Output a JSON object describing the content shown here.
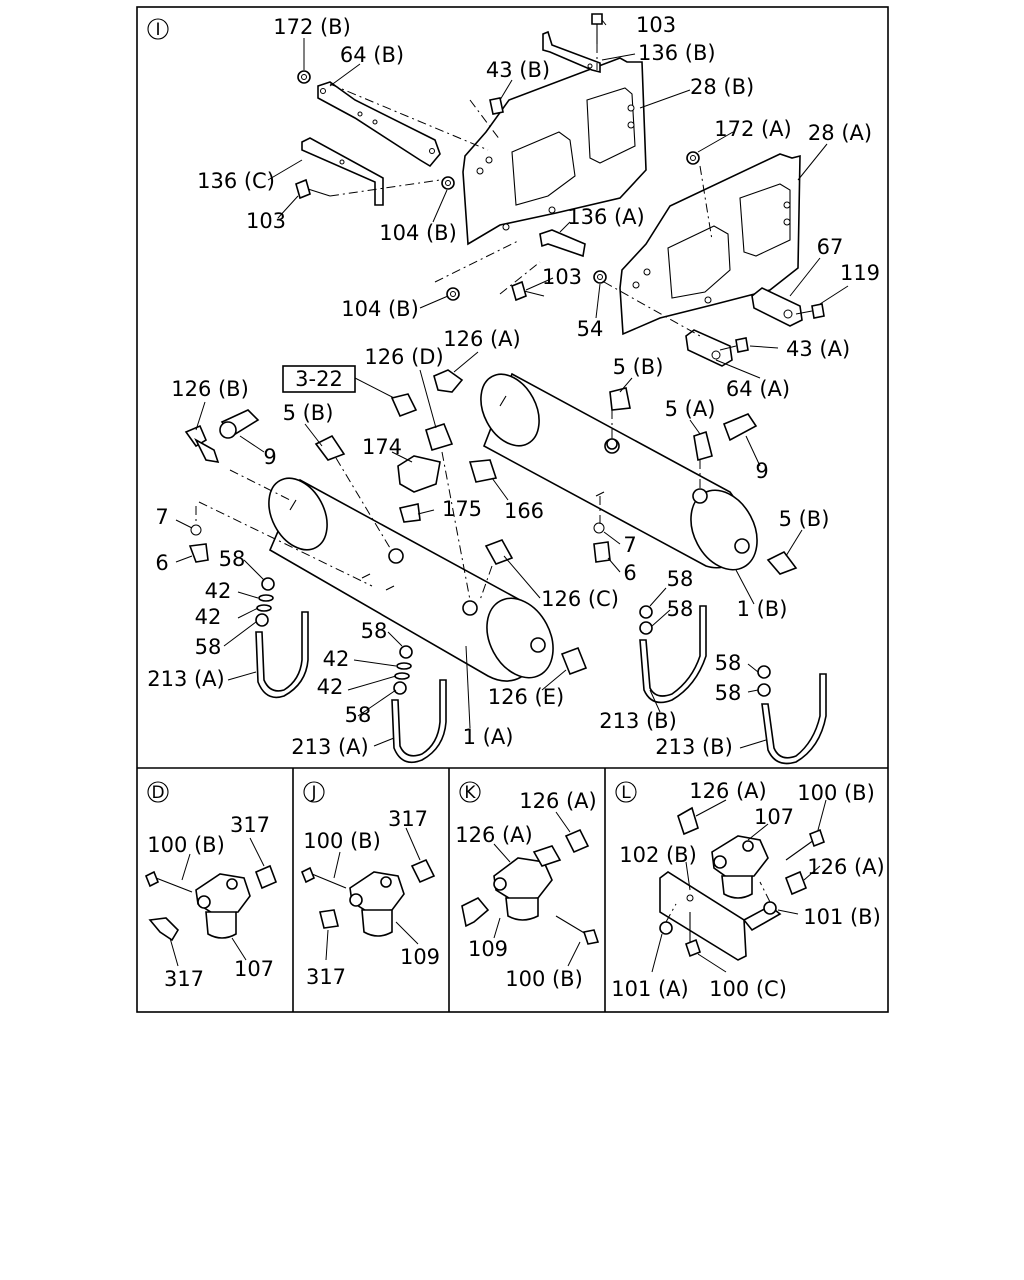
{
  "sections": {
    "I": {
      "marker": "I",
      "callouts": [
        {
          "id": "c172b",
          "text": "172 (B)"
        },
        {
          "id": "c64b",
          "text": "64 (B)"
        },
        {
          "id": "c103a",
          "text": "103"
        },
        {
          "id": "c136b",
          "text": "136 (B)"
        },
        {
          "id": "c43b",
          "text": "43 (B)"
        },
        {
          "id": "c28b",
          "text": "28 (B)"
        },
        {
          "id": "c172a",
          "text": "172 (A)"
        },
        {
          "id": "c28a",
          "text": "28 (A)"
        },
        {
          "id": "c136c",
          "text": "136 (C)"
        },
        {
          "id": "c103b",
          "text": "103"
        },
        {
          "id": "c104b1",
          "text": "104 (B)"
        },
        {
          "id": "c136a",
          "text": "136 (A)"
        },
        {
          "id": "c67",
          "text": "67"
        },
        {
          "id": "c119",
          "text": "119"
        },
        {
          "id": "c103c",
          "text": "103"
        },
        {
          "id": "c104b2",
          "text": "104 (B)"
        },
        {
          "id": "c54",
          "text": "54"
        },
        {
          "id": "c43a",
          "text": "43 (A)"
        },
        {
          "id": "c64a",
          "text": "64 (A)"
        },
        {
          "id": "c126d",
          "text": "126 (D)"
        },
        {
          "id": "c126a",
          "text": "126 (A)"
        },
        {
          "id": "c126b",
          "text": "126 (B)"
        },
        {
          "id": "c5b1",
          "text": "5 (B)"
        },
        {
          "id": "c5b2",
          "text": "5 (B)"
        },
        {
          "id": "c5a",
          "text": "5 (A)"
        },
        {
          "id": "c9a",
          "text": "9"
        },
        {
          "id": "c9b",
          "text": "9"
        },
        {
          "id": "c174",
          "text": "174"
        },
        {
          "id": "c175",
          "text": "175"
        },
        {
          "id": "c166",
          "text": "166"
        },
        {
          "id": "c7a",
          "text": "7"
        },
        {
          "id": "c7b",
          "text": "7"
        },
        {
          "id": "c6a",
          "text": "6"
        },
        {
          "id": "c6b",
          "text": "6"
        },
        {
          "id": "c5b3",
          "text": "5 (B)"
        },
        {
          "id": "c58a",
          "text": "58"
        },
        {
          "id": "c42a",
          "text": "42"
        },
        {
          "id": "c42b",
          "text": "42"
        },
        {
          "id": "c58b",
          "text": "58"
        },
        {
          "id": "c213a1",
          "text": "213 (A)"
        },
        {
          "id": "c126c",
          "text": "126 (C)"
        },
        {
          "id": "c58c",
          "text": "58"
        },
        {
          "id": "c42c",
          "text": "42"
        },
        {
          "id": "c42d",
          "text": "42"
        },
        {
          "id": "c58d",
          "text": "58"
        },
        {
          "id": "c213a2",
          "text": "213 (A)"
        },
        {
          "id": "c126e",
          "text": "126 (E)"
        },
        {
          "id": "c1a",
          "text": "1 (A)"
        },
        {
          "id": "c58e",
          "text": "58"
        },
        {
          "id": "c58f",
          "text": "58"
        },
        {
          "id": "c1b",
          "text": "1 (B)"
        },
        {
          "id": "c213b1",
          "text": "213 (B)"
        },
        {
          "id": "c58g",
          "text": "58"
        },
        {
          "id": "c58h",
          "text": "58"
        },
        {
          "id": "c213b2",
          "text": "213 (B)"
        }
      ],
      "reference_box": "3-22"
    },
    "D": {
      "marker": "D",
      "callouts": [
        {
          "id": "d100b",
          "text": "100 (B)"
        },
        {
          "id": "d317a",
          "text": "317"
        },
        {
          "id": "d317b",
          "text": "317"
        },
        {
          "id": "d107",
          "text": "107"
        }
      ]
    },
    "J": {
      "marker": "J",
      "callouts": [
        {
          "id": "j100b",
          "text": "100 (B)"
        },
        {
          "id": "j317a",
          "text": "317"
        },
        {
          "id": "j317b",
          "text": "317"
        },
        {
          "id": "j109",
          "text": "109"
        }
      ]
    },
    "K": {
      "marker": "K",
      "callouts": [
        {
          "id": "k126a1",
          "text": "126 (A)"
        },
        {
          "id": "k126a2",
          "text": "126 (A)"
        },
        {
          "id": "k109",
          "text": "109"
        },
        {
          "id": "k100b",
          "text": "100 (B)"
        }
      ]
    },
    "L": {
      "marker": "L",
      "callouts": [
        {
          "id": "l126a1",
          "text": "126 (A)"
        },
        {
          "id": "l100b",
          "text": "100 (B)"
        },
        {
          "id": "l107",
          "text": "107"
        },
        {
          "id": "l102b",
          "text": "102 (B)"
        },
        {
          "id": "l126a2",
          "text": "126 (A)"
        },
        {
          "id": "l101b",
          "text": "101 (B)"
        },
        {
          "id": "l101a",
          "text": "101 (A)"
        },
        {
          "id": "l100c",
          "text": "100 (C)"
        }
      ]
    }
  }
}
